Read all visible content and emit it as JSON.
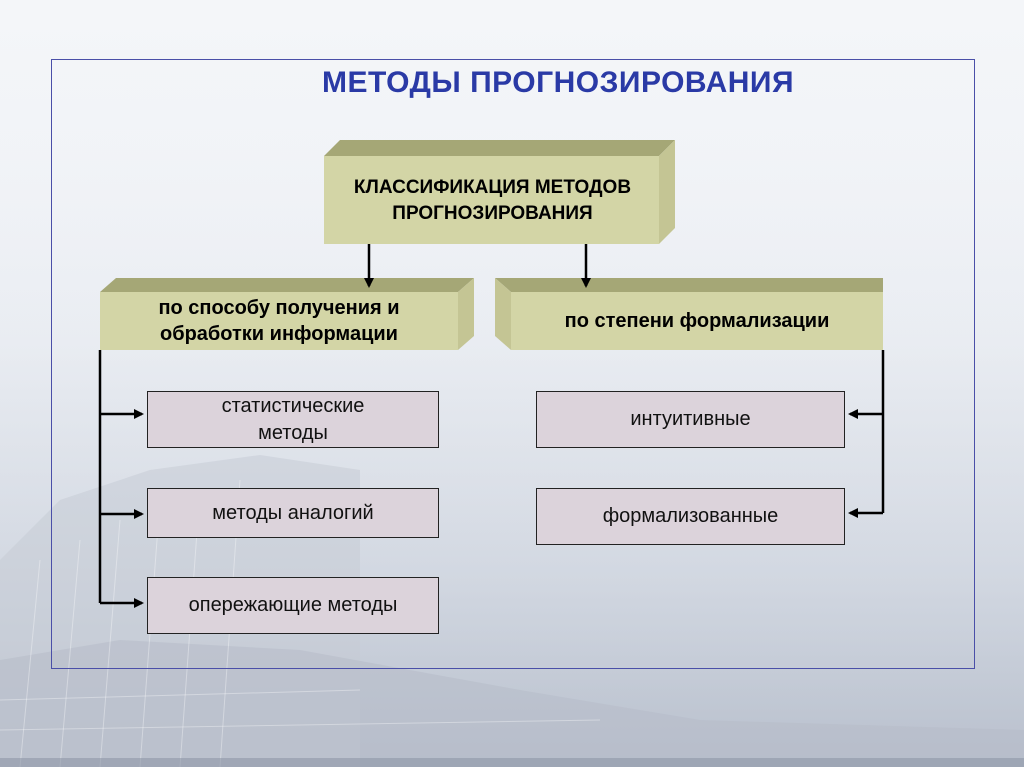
{
  "title": "МЕТОДЫ ПРОГНОЗИРОВАНИЯ",
  "root": {
    "label": "КЛАССИФИКАЦИЯ МЕТОДОВ ПРОГНОЗИРОВАНИЯ"
  },
  "branches": [
    {
      "label": "по способу получения и обработки информации",
      "children": [
        "статистические методы",
        "методы аналогий",
        "опережающие методы"
      ]
    },
    {
      "label": "по степени формализации",
      "children": [
        "интуитивные",
        "формализованные"
      ]
    }
  ],
  "colors": {
    "box_front": "#d3d5a6",
    "box_top": "#a5a776",
    "box_side": "#c4c594",
    "leaf_fill": "#dcd3db",
    "title": "#2a3aa6",
    "frame": "#4a4fa8"
  }
}
